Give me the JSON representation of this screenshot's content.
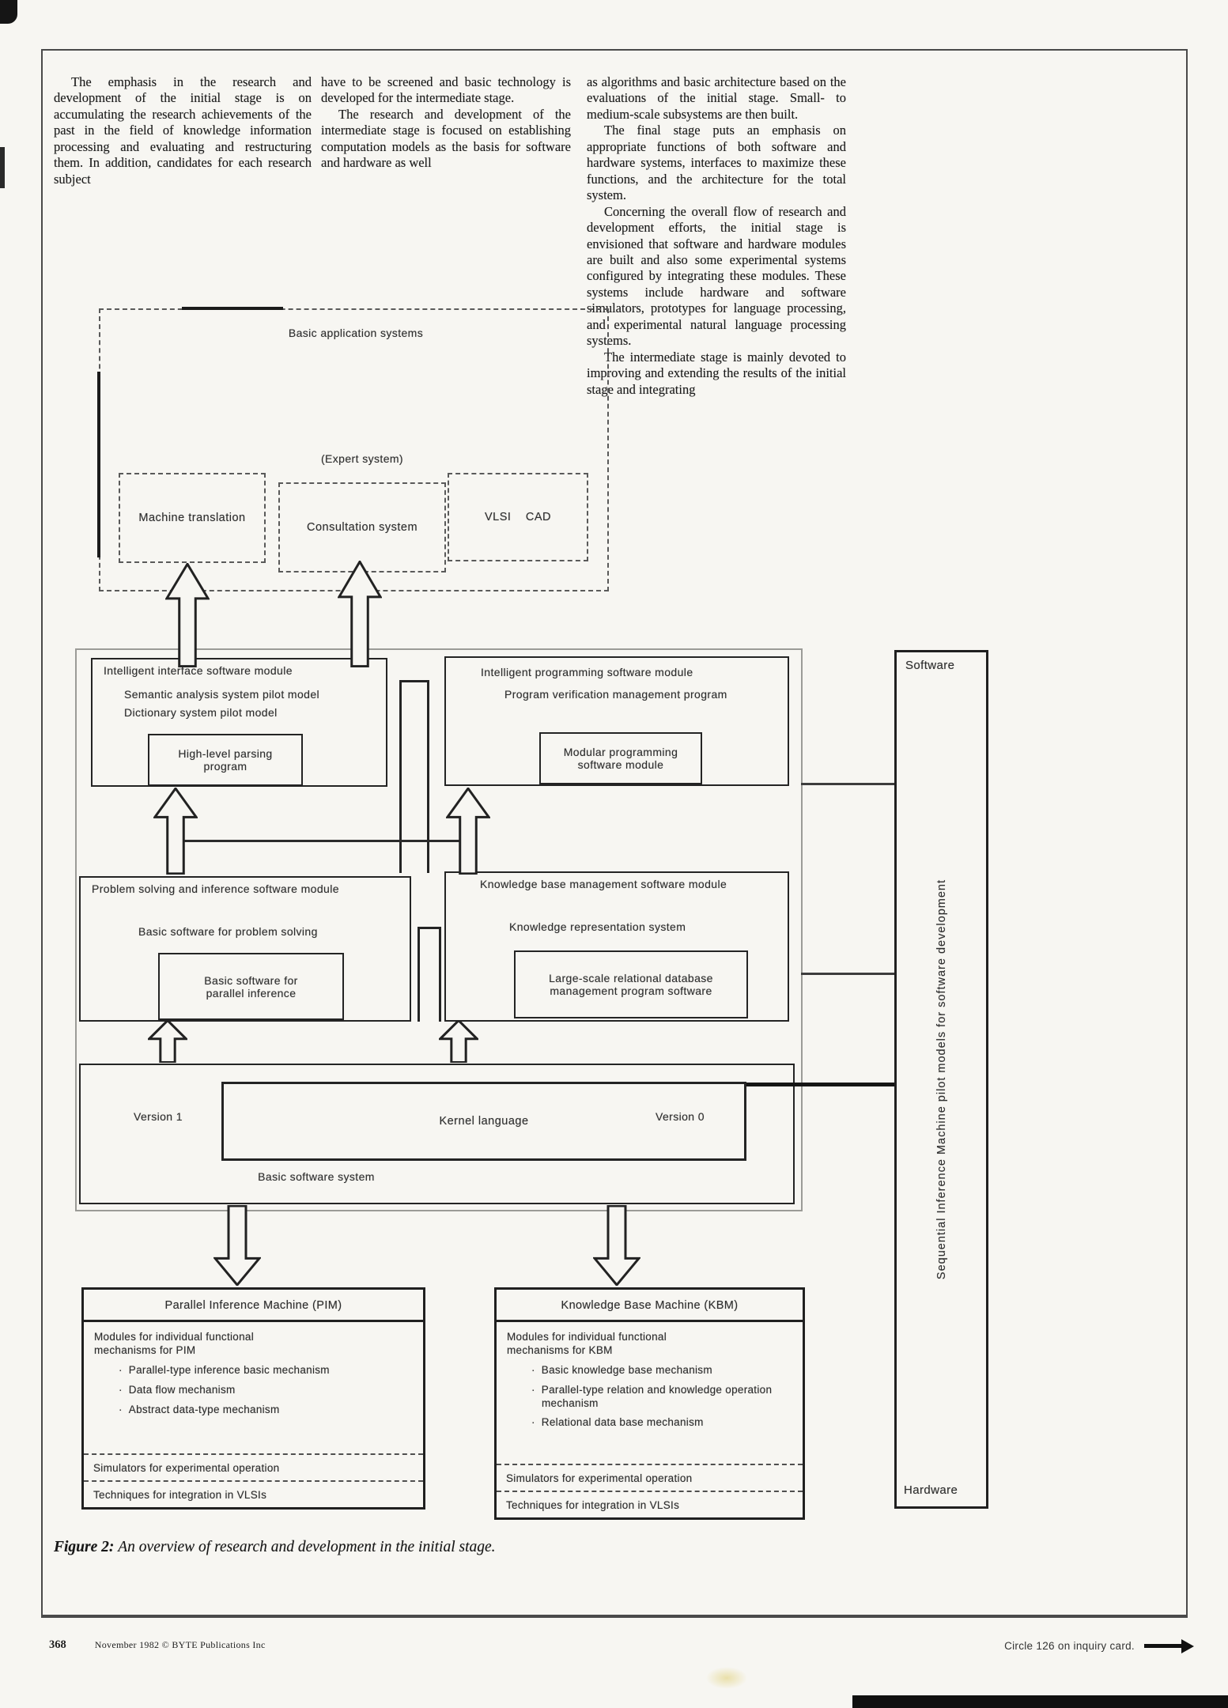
{
  "article": {
    "col1_p1": "The emphasis in the research and development of the initial stage is on accumulating the research achievements of the past in the field of knowledge information processing and evaluating and restructuring them. In addition, candidates for each research subject",
    "col2_p1": "have to be screened and basic technology is developed for the intermediate stage.",
    "col2_p2": "The research and development of the intermediate stage is focused on establishing computation models as the basis for software and hardware as well",
    "col3_p1": "as algorithms and basic architecture based on the evaluations of the initial stage. Small- to medium-scale subsystems are then built.",
    "col3_p2": "The final stage puts an emphasis on appropriate functions of both software and hardware systems, interfaces to maximize these functions, and the architecture for the total system.",
    "col3_p3": "Concerning the overall flow of research and development efforts, the initial stage is envisioned that software and hardware modules are built and also some experimental systems configured by integrating these modules. These systems include hardware and software simulators, prototypes for language processing, and experimental natural language processing systems.",
    "col3_p4": "The intermediate stage is mainly devoted to improving and extending the results of the initial stage and integrating"
  },
  "figure": {
    "caption_label": "Figure 2:",
    "caption_text": "An overview of research and development in the initial stage.",
    "app": {
      "title": "Basic application systems",
      "expert": "(Expert system)",
      "machine_translation": "Machine translation",
      "consultation": "Consultation system",
      "vlsi": "VLSI CAD"
    },
    "interface_mod": {
      "title": "Intelligent interface software module",
      "sub1": "Semantic analysis system pilot model",
      "sub2": "Dictionary system pilot model",
      "inner": "High-level parsing program"
    },
    "programming_mod": {
      "title": "Intelligent programming software module",
      "sub1": "Program verification management program",
      "inner": "Modular programming software module"
    },
    "problem_mod": {
      "title": "Problem solving and inference software module",
      "sub1": "Basic software for problem solving",
      "inner": "Basic software for parallel inference"
    },
    "knowledge_mod": {
      "title": "Knowledge base management software module",
      "sub1": "Knowledge representation system",
      "inner": "Large-scale relational database management program software"
    },
    "kernel": {
      "version1": "Version  1",
      "label": "Kernel language",
      "version0": "Version  0",
      "system_label": "Basic software system"
    },
    "pim": {
      "title": "Parallel Inference Machine (PIM)",
      "heading": "Modules for individual functional mechanisms for PIM",
      "bullets": [
        "Parallel-type inference basic mechanism",
        "Data flow mechanism",
        "Abstract data-type mechanism"
      ],
      "row2": "Simulators for experimental operation",
      "row3": "Techniques for integration in VLSIs"
    },
    "kbm": {
      "title": "Knowledge Base Machine (KBM)",
      "heading": "Modules for individual functional mechanisms for KBM",
      "bullets": [
        "Basic knowledge base mechanism",
        "Parallel-type relation and knowledge operation mechanism",
        "Relational data base mechanism"
      ],
      "row2": "Simulators for experimental operation",
      "row3": "Techniques for integration in VLSIs"
    },
    "bar": {
      "top": "Software",
      "vertical": "Sequential Inference Machine pilot models for software development",
      "bottom": "Hardware"
    }
  },
  "footer": {
    "page_number": "368",
    "imprint": "November 1982 © BYTE Publications Inc",
    "inquiry": "Circle 126 on inquiry card."
  }
}
